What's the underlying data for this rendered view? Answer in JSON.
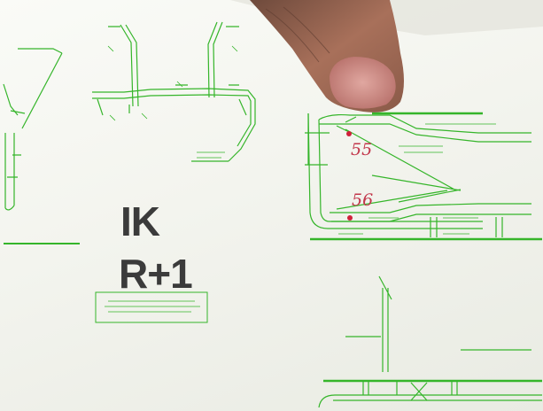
{
  "photo": {
    "subject": "hvac-duct-floor-plan",
    "labels": {
      "building": "IK",
      "level": "R+1"
    },
    "handwritten_numbers": [
      "55",
      "56"
    ],
    "colors": {
      "paper": "#f4f5f0",
      "plan_lines": "#35b52a",
      "label_text": "#3b3b3b",
      "handwriting": "#c2364a",
      "marker_dot": "#d0203a",
      "skin": "#a8705a"
    }
  }
}
